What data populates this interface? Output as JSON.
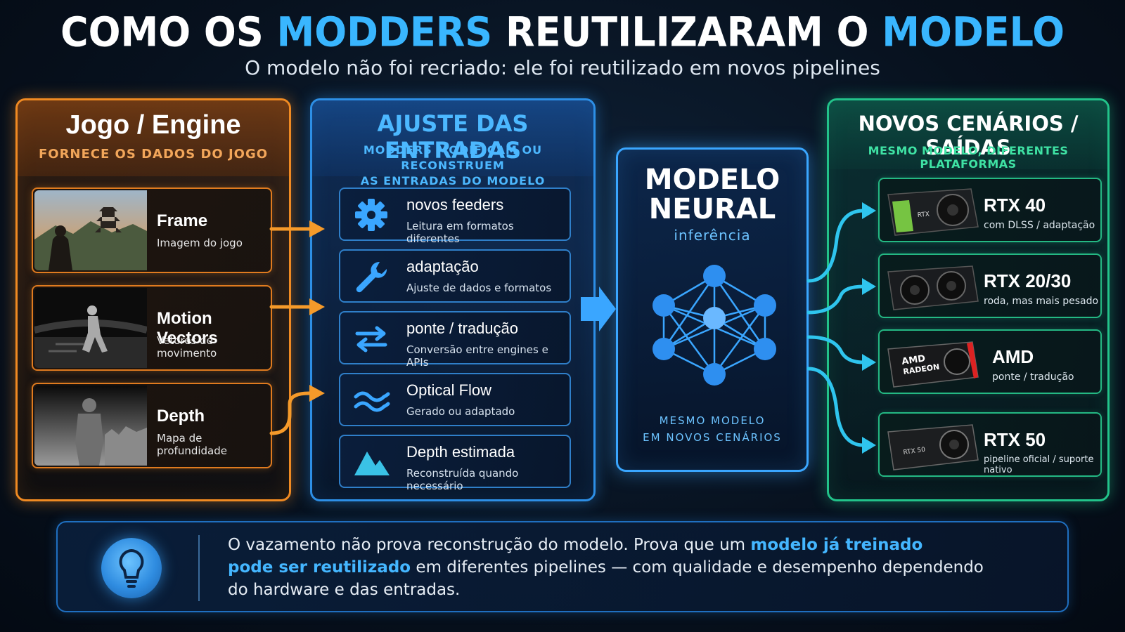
{
  "header": {
    "title_parts": [
      "COMO OS ",
      "MODDERS",
      " REUTILIZARAM O ",
      "MODELO"
    ],
    "subtitle": "O modelo não foi recriado: ele foi reutilizado em novos pipelines"
  },
  "engine": {
    "title": "Jogo / Engine",
    "subtitle": "FORNECE OS DADOS DO JOGO",
    "items": [
      {
        "label": "Frame",
        "desc": "Imagem do jogo"
      },
      {
        "label": "Motion Vectors",
        "desc": "Vetores de movimento"
      },
      {
        "label": "Depth",
        "desc": "Mapa de profundidade"
      }
    ]
  },
  "inputs": {
    "title": "AJUSTE DAS ENTRADAS",
    "subtitle_line1": "MODDERS MODIFICAM OU RECONSTRUEM",
    "subtitle_line2": "AS ENTRADAS DO MODELO",
    "items": [
      {
        "label": "novos feeders",
        "desc": "Leitura em formatos diferentes",
        "icon": "gear-icon"
      },
      {
        "label": "adaptação",
        "desc": "Ajuste de dados e formatos",
        "icon": "wrench-icon"
      },
      {
        "label": "ponte / tradução",
        "desc": "Conversão entre engines e APIs",
        "icon": "swap-arrows-icon"
      },
      {
        "label": "Optical Flow",
        "desc": "Gerado ou adaptado",
        "icon": "waves-icon"
      },
      {
        "label": "Depth estimada",
        "desc": "Reconstruída quando necessário",
        "icon": "mountain-icon"
      }
    ]
  },
  "model": {
    "title_line1": "MODELO",
    "title_line2": "NEURAL",
    "subtitle": "inferência",
    "footer_line1": "MESMO MODELO",
    "footer_line2": "EM NOVOS CENÁRIOS"
  },
  "outputs": {
    "title": "NOVOS CENÁRIOS / SAÍDAS",
    "subtitle": "MESMO MODELO, DIFERENTES PLATAFORMAS",
    "items": [
      {
        "label": "RTX 40",
        "desc": "com DLSS / adaptação",
        "card_text": "RTX"
      },
      {
        "label": "RTX 20/30",
        "desc": "roda, mas mais pesado",
        "card_text": ""
      },
      {
        "label": "AMD",
        "desc": "ponte / tradução",
        "card_text_1": "AMD",
        "card_text_2": "RADEON"
      },
      {
        "label": "RTX 50",
        "desc": "pipeline oficial / suporte nativo",
        "card_text": "RTX 50"
      }
    ]
  },
  "note": {
    "text_1": "O vazamento não prova reconstrução do modelo. Prova que um ",
    "hl_1": "modelo já treinado",
    "hl_2": "pode ser reutilizado",
    "text_2": " em diferentes pipelines — com qualidade e desempenho dependendo",
    "text_3": "do hardware e das entradas."
  },
  "colors": {
    "orange": "#f08a22",
    "blue": "#2d8fe6",
    "cyan": "#3aa6ff",
    "green": "#22c38a",
    "highlight": "#39b6ff"
  }
}
